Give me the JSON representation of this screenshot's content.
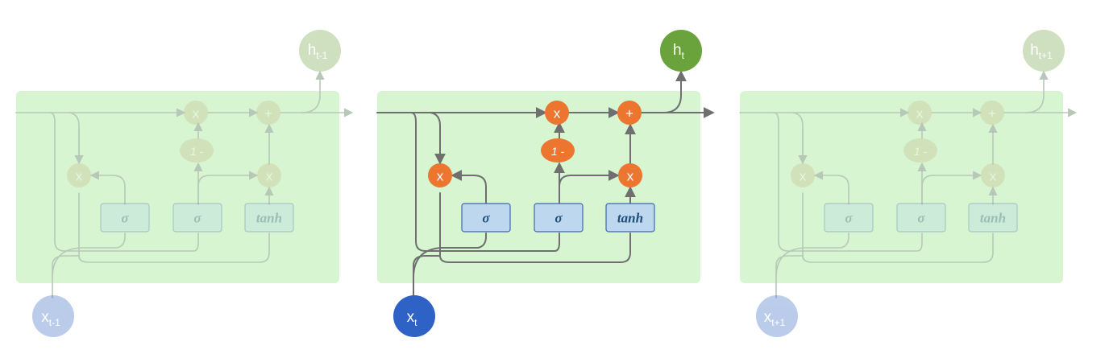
{
  "colors": {
    "panel_fill": "#d6f5d0",
    "line_dark": "#6f6f6f",
    "op_orange": "#ec7530",
    "gate_box": "#bdd7ee",
    "gate_border": "#3d68ad",
    "input_blue": "#2e62c4",
    "output_green": "#6aa23c"
  },
  "cells": [
    {
      "state": "faded",
      "input_label": "x",
      "input_sub": "t-1",
      "output_label": "h",
      "output_sub": "t-1",
      "ops": {
        "mult_forget": "x",
        "add": "+",
        "mult_input": "x",
        "mult_out": "x",
        "one_minus": "1 -"
      },
      "gates": [
        "σ",
        "σ",
        "tanh"
      ]
    },
    {
      "state": "active",
      "input_label": "x",
      "input_sub": "t",
      "output_label": "h",
      "output_sub": "t",
      "ops": {
        "mult_forget": "x",
        "add": "+",
        "mult_input": "x",
        "mult_out": "x",
        "one_minus": "1 -"
      },
      "gates": [
        "σ",
        "σ",
        "tanh"
      ]
    },
    {
      "state": "faded",
      "input_label": "x",
      "input_sub": "t+1",
      "output_label": "h",
      "output_sub": "t+1",
      "ops": {
        "mult_forget": "x",
        "add": "+",
        "mult_input": "x",
        "mult_out": "x",
        "one_minus": "1 -"
      },
      "gates": [
        "σ",
        "σ",
        "tanh"
      ]
    }
  ]
}
